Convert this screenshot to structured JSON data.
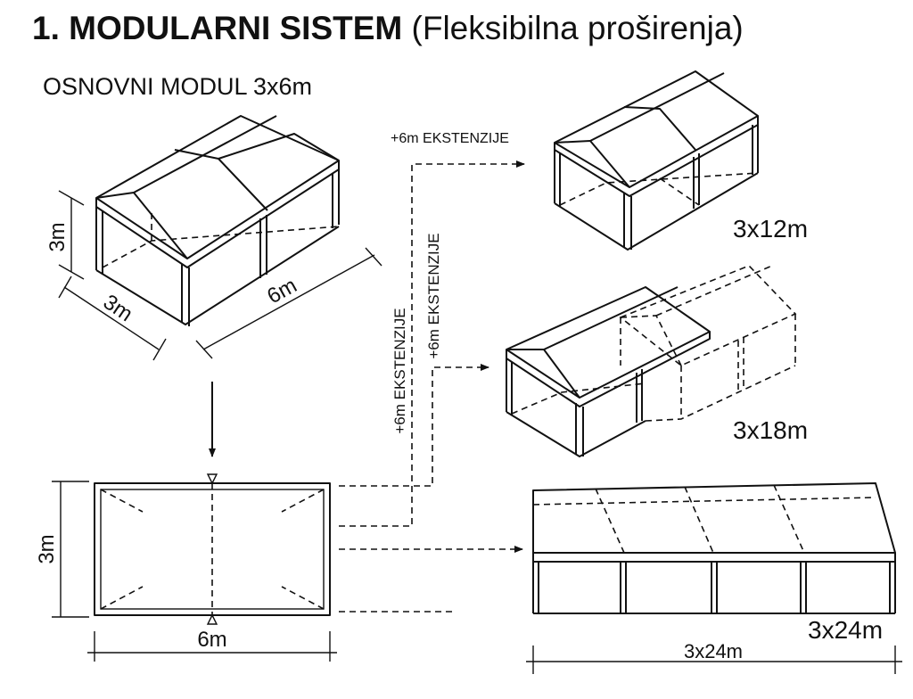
{
  "title": {
    "main": "1. MODULARNI SISTEM",
    "sub": "(Fleksibilna proširenja)"
  },
  "subtitle": "OSNOVNI MODUL 3x6m",
  "base_module": {
    "height_label": "3m",
    "width_label": "3m",
    "length_label": "6m"
  },
  "plan": {
    "width_label": "3m",
    "length_label": "6m"
  },
  "extensions": {
    "label_horizontal": "+6m EKSTENZIJE",
    "label_vertical_1": "+6m EKSTENZIJE",
    "label_vertical_2": "+6m EKSTENZIJE"
  },
  "results": {
    "r12": "3x12m",
    "r18": "3x18m",
    "r24": "3x24m",
    "r24_dim": "3x24m"
  }
}
